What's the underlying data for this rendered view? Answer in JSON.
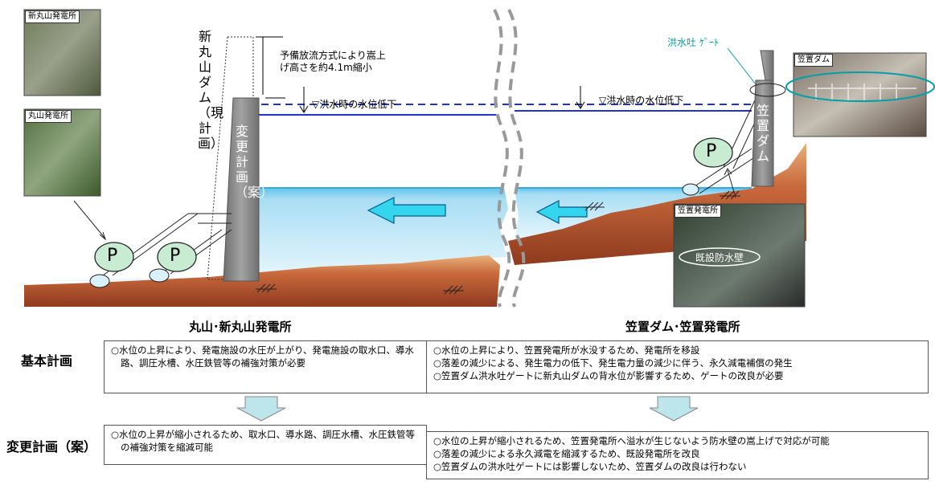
{
  "photos": {
    "shinmaruyama_label": "新丸山発電所",
    "maruyama_label": "丸山発電所",
    "kasagi_dam_label": "笠置ダム",
    "kasagi_plant_label": "笠置発電所",
    "existing_wall_label": "既設防水壁"
  },
  "diagram": {
    "new_dam_label": "新丸山ダム（現計画）",
    "revised_plan_label": "変更計画（案）",
    "kasagi_dam_body_label": "笠置ダム",
    "flood_gate_label": "洪水吐 ｹﾞｰﾄ",
    "reduction_note": "予備放流方式により嵩上げ高さを約4.1m縮小",
    "reduction_note_line1": "予備放流方式により嵩上",
    "reduction_note_line2": "げ高さを約4.1m縮小",
    "water_drop_left": "▽洪水時の水位低下",
    "water_drop_right": "▽洪水時の水位低下",
    "pump_symbol": "P",
    "colors": {
      "water": "#b6e6f7",
      "water_deep": "#5ec3ec",
      "ground": "#b4552d",
      "ground_light": "#e6b27a",
      "dam": "#8c8c8c",
      "flow_arrow": "#33d6ee",
      "plan_line": "#2233cc",
      "gate_accent": "#00a0a8"
    }
  },
  "sections": {
    "left_title": "丸山･新丸山発電所",
    "right_title": "笠置ダム･笠置発電所"
  },
  "rows": {
    "basic_label": "基本計画",
    "revised_label": "変更計画（案）"
  },
  "boxes": {
    "left_basic": [
      "○水位の上昇により、発電施設の水圧が上がり、発電施設の取水口、導水路、調圧水槽、水圧鉄管等の補強対策が必要"
    ],
    "left_revised": [
      "○水位の上昇が縮小されるため、取水口、導水路、調圧水槽、水圧鉄管等の補強対策を縮減可能"
    ],
    "right_basic": [
      "○水位の上昇により、笠置発電所が水没するため、発電所を移設",
      "○落差の減少による、発生電力の低下、発生電力量の減少に伴う、永久減電補償の発生",
      "○笠置ダム洪水吐ゲートに新丸山ダムの背水位が影響するため、ゲートの改良が必要"
    ],
    "right_revised": [
      "○水位の上昇が縮小されるため、笠置発電所へ溢水が生じないよう防水壁の嵩上げで対応が可能",
      "○落差の減少による永久減電を縮減するため、既設発電所を改良",
      "○笠置ダムの洪水吐ゲートには影響しないため、笠置ダムの改良は行わない"
    ]
  }
}
